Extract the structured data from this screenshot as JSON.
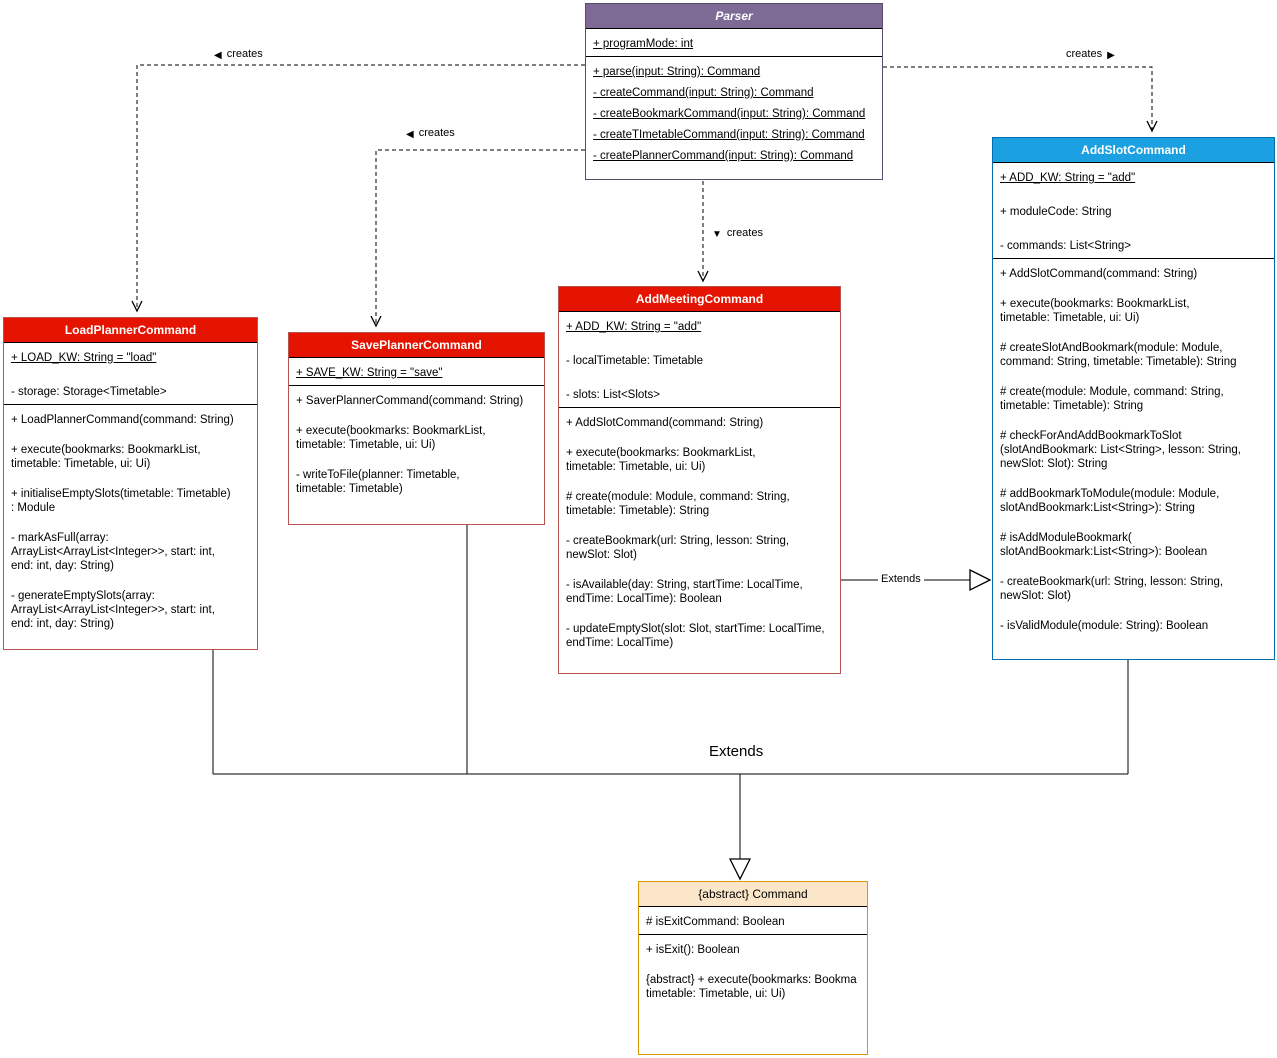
{
  "labels": {
    "creates_load": {
      "icon": "◀",
      "text": "creates"
    },
    "creates_save": {
      "icon": "◀",
      "text": "creates"
    },
    "creates_meeting": {
      "icon": "▼",
      "text": "creates"
    },
    "creates_slot": {
      "icon": "▶",
      "text": "creates"
    },
    "extends_inline": "Extends",
    "extends_main": "Extends"
  },
  "colors": {
    "line": "#000000",
    "parser_header": "#7d6b95",
    "red_header": "#e51400",
    "blue_header": "#1ba1e2",
    "peach_header": "#fce6c9"
  },
  "classes": {
    "parser": {
      "title": "Parser",
      "header_bg": "#7d6b95",
      "header_fg": "#ffffff",
      "border": "#584a6e",
      "attributes": [
        "+ programMode: int"
      ],
      "methods": [
        "+ parse(input: String): Command",
        "- createCommand(input: String): Command",
        "- createBookmarkCommand(input: String): Command",
        "- createTImetableCommand(input: String): Command",
        "- createPlannerCommand(input: String): Command"
      ]
    },
    "load": {
      "title": "LoadPlannerCommand",
      "header_bg": "#e51400",
      "header_fg": "#ffffff",
      "border": "#b85450",
      "attributes": [
        "+ LOAD_KW: String = \"load\"",
        "- storage: Storage<Timetable>"
      ],
      "methods": [
        "+ LoadPlannerCommand(command: String)",
        "+ execute(bookmarks: BookmarkList,\ntimetable: Timetable, ui: Ui)",
        "+ initialiseEmptySlots(timetable: Timetable)\n: Module",
        "- markAsFull(array:\nArrayList<ArrayList<Integer>>, start: int,\nend: int, day: String)",
        "- generateEmptySlots(array:\nArrayList<ArrayList<Integer>>, start: int,\nend: int, day: String)"
      ]
    },
    "save": {
      "title": "SavePlannerCommand",
      "header_bg": "#e51400",
      "header_fg": "#ffffff",
      "border": "#b85450",
      "attributes": [
        "+ SAVE_KW: String = \"save\""
      ],
      "methods": [
        "+ SaverPlannerCommand(command: String)",
        "+ execute(bookmarks: BookmarkList,\ntimetable: Timetable, ui: Ui)",
        "- writeToFile(planner: Timetable,\ntimetable: Timetable)"
      ]
    },
    "meeting": {
      "title": "AddMeetingCommand",
      "header_bg": "#e51400",
      "header_fg": "#ffffff",
      "border": "#b85450",
      "attributes": [
        "+ ADD_KW: String = \"add\"",
        "- localTimetable: Timetable",
        "- slots: List<Slots>"
      ],
      "methods": [
        "+ AddSlotCommand(command: String)",
        "+ execute(bookmarks: BookmarkList,\ntimetable: Timetable, ui: Ui)",
        "# create(module: Module, command: String,\ntimetable: Timetable): String",
        "- createBookmark(url: String, lesson: String,\nnewSlot: Slot)",
        "- isAvailable(day: String, startTime: LocalTime,\nendTime: LocalTime): Boolean",
        "- updateEmptySlot(slot: Slot, startTime: LocalTime,\nendTime: LocalTime)"
      ]
    },
    "slot": {
      "title": "AddSlotCommand",
      "header_bg": "#1ba1e2",
      "header_fg": "#ffffff",
      "border": "#006eaf",
      "attributes": [
        "+ ADD_KW: String = \"add\"",
        "+ moduleCode: String",
        "- commands: List<String>"
      ],
      "methods": [
        "+ AddSlotCommand(command: String)",
        "+ execute(bookmarks: BookmarkList,\ntimetable: Timetable, ui: Ui)",
        "# createSlotAndBookmark(module: Module,\ncommand: String, timetable: Timetable): String",
        "# create(module: Module, command: String,\ntimetable: Timetable): String",
        "# checkForAndAddBookmarkToSlot\n(slotAndBookmark: List<String>, lesson: String,\nnewSlot: Slot): String",
        "# addBookmarkToModule(module: Module,\nslotAndBookmark:List<String>): String",
        "# isAddModuleBookmark(\nslotAndBookmark:List<String>): Boolean",
        "- createBookmark(url: String, lesson: String,\nnewSlot: Slot)",
        "- isValidModule(module: String): Boolean"
      ]
    },
    "command": {
      "title": "{abstract} Command",
      "header_bg": "#fce6c9",
      "header_fg": "#000000",
      "border": "#d79b00",
      "attributes": [
        "# isExitCommand: Boolean"
      ],
      "methods": [
        "+ isExit(): Boolean",
        "{abstract} + execute(bookmarks: Bookma\ntimetable: Timetable, ui: Ui)"
      ]
    }
  }
}
